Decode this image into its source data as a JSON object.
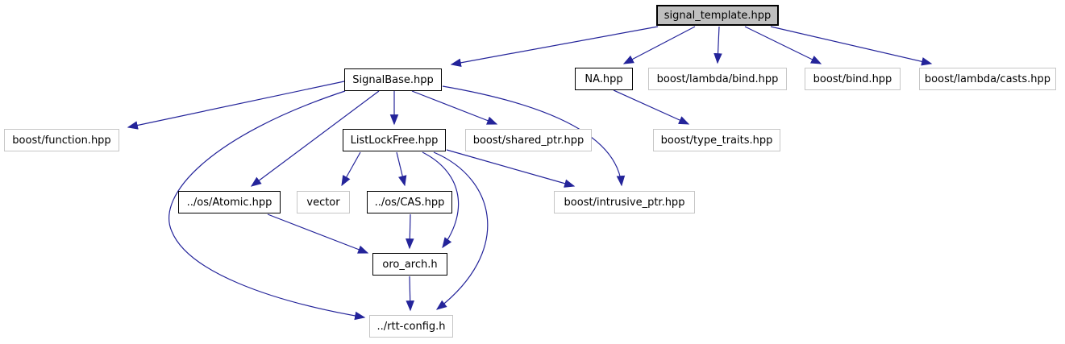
{
  "diagram": {
    "kind": "include-dependency-graph",
    "root_file": "signal_template.hpp",
    "colors": {
      "edge": "#24249a",
      "root_fill": "#bfbfbf",
      "node_fill": "#ffffff",
      "linked_node_border": "#000000",
      "external_node_border": "#c6c6c6",
      "text": "#000000",
      "background": "#ffffff"
    },
    "nodes": [
      {
        "id": "signal_template",
        "label": "signal_template.hpp",
        "kind": "root"
      },
      {
        "id": "signalbase",
        "label": "SignalBase.hpp",
        "kind": "linked"
      },
      {
        "id": "na",
        "label": "NA.hpp",
        "kind": "linked"
      },
      {
        "id": "lambda_bind",
        "label": "boost/lambda/bind.hpp",
        "kind": "external"
      },
      {
        "id": "bind",
        "label": "boost/bind.hpp",
        "kind": "external"
      },
      {
        "id": "lambda_casts",
        "label": "boost/lambda/casts.hpp",
        "kind": "external"
      },
      {
        "id": "function",
        "label": "boost/function.hpp",
        "kind": "external"
      },
      {
        "id": "listlockfree",
        "label": "ListLockFree.hpp",
        "kind": "linked"
      },
      {
        "id": "shared_ptr",
        "label": "boost/shared_ptr.hpp",
        "kind": "external"
      },
      {
        "id": "type_traits",
        "label": "boost/type_traits.hpp",
        "kind": "external"
      },
      {
        "id": "atomic",
        "label": "../os/Atomic.hpp",
        "kind": "linked"
      },
      {
        "id": "vector",
        "label": "vector",
        "kind": "external"
      },
      {
        "id": "cas",
        "label": "../os/CAS.hpp",
        "kind": "linked"
      },
      {
        "id": "intrusive_ptr",
        "label": "boost/intrusive_ptr.hpp",
        "kind": "external"
      },
      {
        "id": "oro_arch",
        "label": "oro_arch.h",
        "kind": "linked"
      },
      {
        "id": "rtt_config",
        "label": "../rtt-config.h",
        "kind": "external"
      }
    ],
    "edges": [
      {
        "from": "signal_template",
        "to": "signalbase"
      },
      {
        "from": "signal_template",
        "to": "na"
      },
      {
        "from": "signal_template",
        "to": "lambda_bind"
      },
      {
        "from": "signal_template",
        "to": "bind"
      },
      {
        "from": "signal_template",
        "to": "lambda_casts"
      },
      {
        "from": "signalbase",
        "to": "function"
      },
      {
        "from": "signalbase",
        "to": "listlockfree"
      },
      {
        "from": "signalbase",
        "to": "shared_ptr"
      },
      {
        "from": "signalbase",
        "to": "atomic"
      },
      {
        "from": "signalbase",
        "to": "intrusive_ptr"
      },
      {
        "from": "signalbase",
        "to": "rtt_config"
      },
      {
        "from": "na",
        "to": "type_traits"
      },
      {
        "from": "listlockfree",
        "to": "vector"
      },
      {
        "from": "listlockfree",
        "to": "cas"
      },
      {
        "from": "listlockfree",
        "to": "intrusive_ptr"
      },
      {
        "from": "listlockfree",
        "to": "oro_arch"
      },
      {
        "from": "listlockfree",
        "to": "rtt_config"
      },
      {
        "from": "atomic",
        "to": "oro_arch"
      },
      {
        "from": "cas",
        "to": "oro_arch"
      },
      {
        "from": "oro_arch",
        "to": "rtt_config"
      }
    ]
  }
}
